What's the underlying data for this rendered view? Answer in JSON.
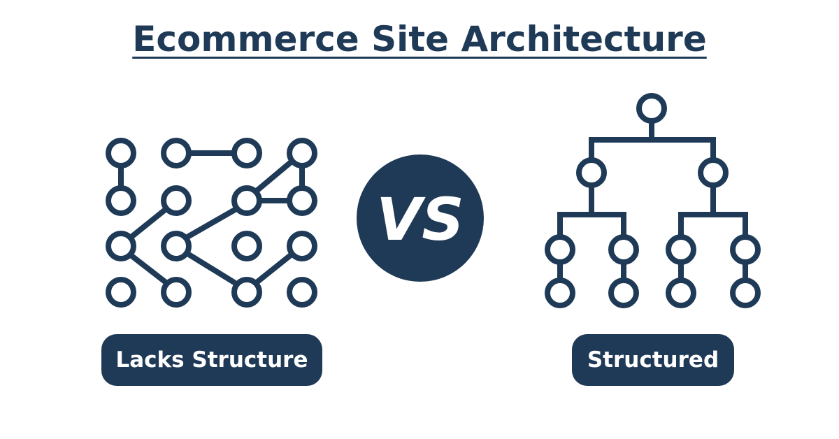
{
  "header": {
    "title": "Ecommerce Site Architecture"
  },
  "comparison": {
    "vs_label": "VS",
    "left_label": "Lacks Structure",
    "right_label": "Structured"
  },
  "colors": {
    "primary": "#1f3a57",
    "background": "#ffffff",
    "text_on_primary": "#ffffff"
  },
  "icons": {
    "left": "unstructured-network-icon",
    "right": "hierarchy-tree-icon"
  }
}
